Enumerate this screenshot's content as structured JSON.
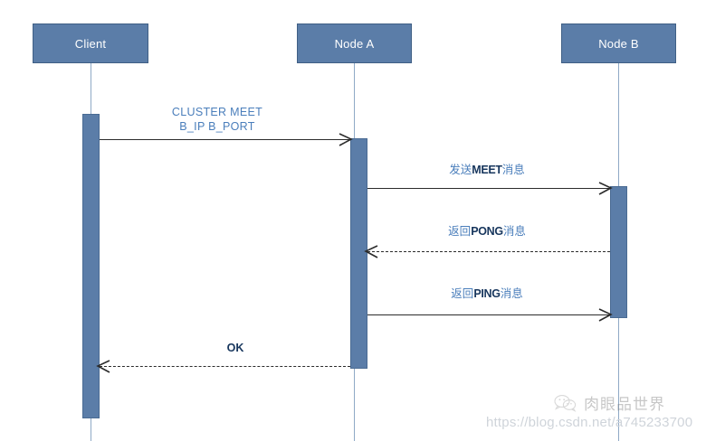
{
  "diagram": {
    "type": "sequence-diagram",
    "background": "#ffffff",
    "box_fill": "#5b7da8",
    "box_text_color": "#ffffff",
    "label_blue": "#4a7ebb",
    "label_dark": "#17365d",
    "line_color": "#2b2b2b",
    "lifeline_color": "#8fa9c6"
  },
  "participants": [
    {
      "name": "Client",
      "label": "Client"
    },
    {
      "name": "Node A",
      "label": "Node A"
    },
    {
      "name": "Node B",
      "label": "Node B"
    }
  ],
  "messages": [
    {
      "id": "cluster-meet",
      "from": "Client",
      "to": "Node A",
      "style": "solid",
      "direction": "right",
      "label_line1": "CLUSTER MEET",
      "label_line2": "B_IP B_PORT"
    },
    {
      "id": "send-meet",
      "from": "Node A",
      "to": "Node B",
      "style": "solid",
      "direction": "right",
      "label_prefix": "发送",
      "label_latin": "MEET",
      "label_suffix": "消息"
    },
    {
      "id": "return-pong",
      "from": "Node B",
      "to": "Node A",
      "style": "dashed",
      "direction": "left",
      "label_prefix": "返回",
      "label_latin": "PONG",
      "label_suffix": "消息"
    },
    {
      "id": "return-ping",
      "from": "Node A",
      "to": "Node B",
      "style": "solid",
      "direction": "right",
      "label_prefix": "返回",
      "label_latin": "PING",
      "label_suffix": "消息"
    },
    {
      "id": "ok",
      "from": "Node A",
      "to": "Client",
      "style": "dashed",
      "direction": "left",
      "label": "OK"
    }
  ],
  "watermark": {
    "account_name": "肉眼品世界",
    "url": "https://blog.csdn.net/a745233700",
    "icon": "wechat-icon"
  }
}
